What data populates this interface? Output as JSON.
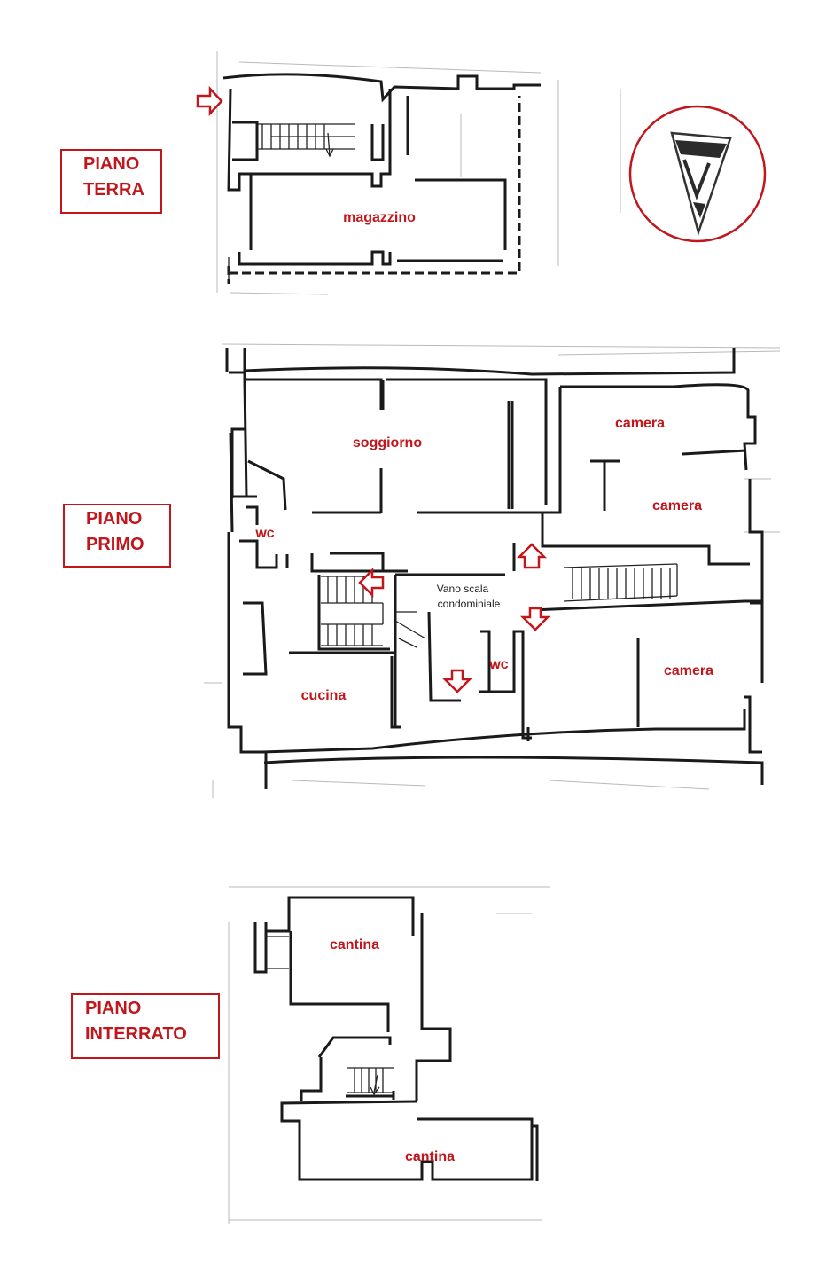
{
  "floors": {
    "ground": {
      "label_line1": "PIANO",
      "label_line2": "TERRA",
      "rooms": {
        "storage": "magazzino"
      }
    },
    "first": {
      "label_line1": "PIANO",
      "label_line2": "PRIMO",
      "rooms": {
        "living": "soggiorno",
        "bedroom1": "camera",
        "bedroom2": "camera",
        "bedroom3": "camera",
        "wc1": "wc",
        "wc2": "wc",
        "kitchen": "cucina",
        "stair_line1": "Vano scala",
        "stair_line2": "condominiale"
      }
    },
    "basement": {
      "label_line1": "PIANO",
      "label_line2": "INTERRATO",
      "rooms": {
        "cellar1": "cantina",
        "cellar2": "cantina"
      }
    }
  },
  "logo": {
    "icon": "agency-logo-icon",
    "color": "#c0161c"
  },
  "colors": {
    "accent": "#c0161c",
    "walls": "#1a1a1a"
  }
}
